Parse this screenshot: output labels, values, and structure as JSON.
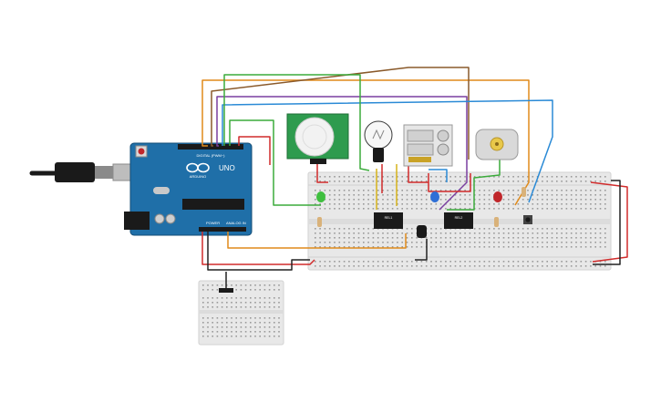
{
  "circuit": {
    "arduino": {
      "brand": "ARDUINO",
      "model": "UNO",
      "digital_header_label": "DIGITAL (PWM~)",
      "power_label": "POWER",
      "analog_label": "ANALOG IN",
      "board_color": "#1f6fa8",
      "logo_symbol": "infinity-logo"
    },
    "pir_sensor": {
      "color": "#2e9b4e",
      "dome_color": "#f2f2f2"
    },
    "bulb": {
      "glass_color": "#f7f7f7",
      "base_color": "#1a1a1a"
    },
    "relay_module": {
      "color": "#e6e6e6"
    },
    "dc_motor": {
      "color": "#d9d9d9",
      "hub_color": "#e8c84a"
    },
    "relays": [
      {
        "label": "REL1"
      },
      {
        "label": "REL2"
      }
    ],
    "leds": [
      {
        "color": "#3fbf3f"
      },
      {
        "color": "#2f6fd6"
      },
      {
        "color": "#c0262a"
      }
    ],
    "wire_colors": {
      "red": "#d12b2b",
      "black": "#222222",
      "green": "#3cab3c",
      "orange": "#e08a1a",
      "brown": "#8a5a2b",
      "purple": "#7a3fa0",
      "blue": "#2a8ad6",
      "yellow": "#d6b21a"
    },
    "breadboard_color": "#e8e8e8",
    "usb_cable_color": "#1a1a1a"
  }
}
